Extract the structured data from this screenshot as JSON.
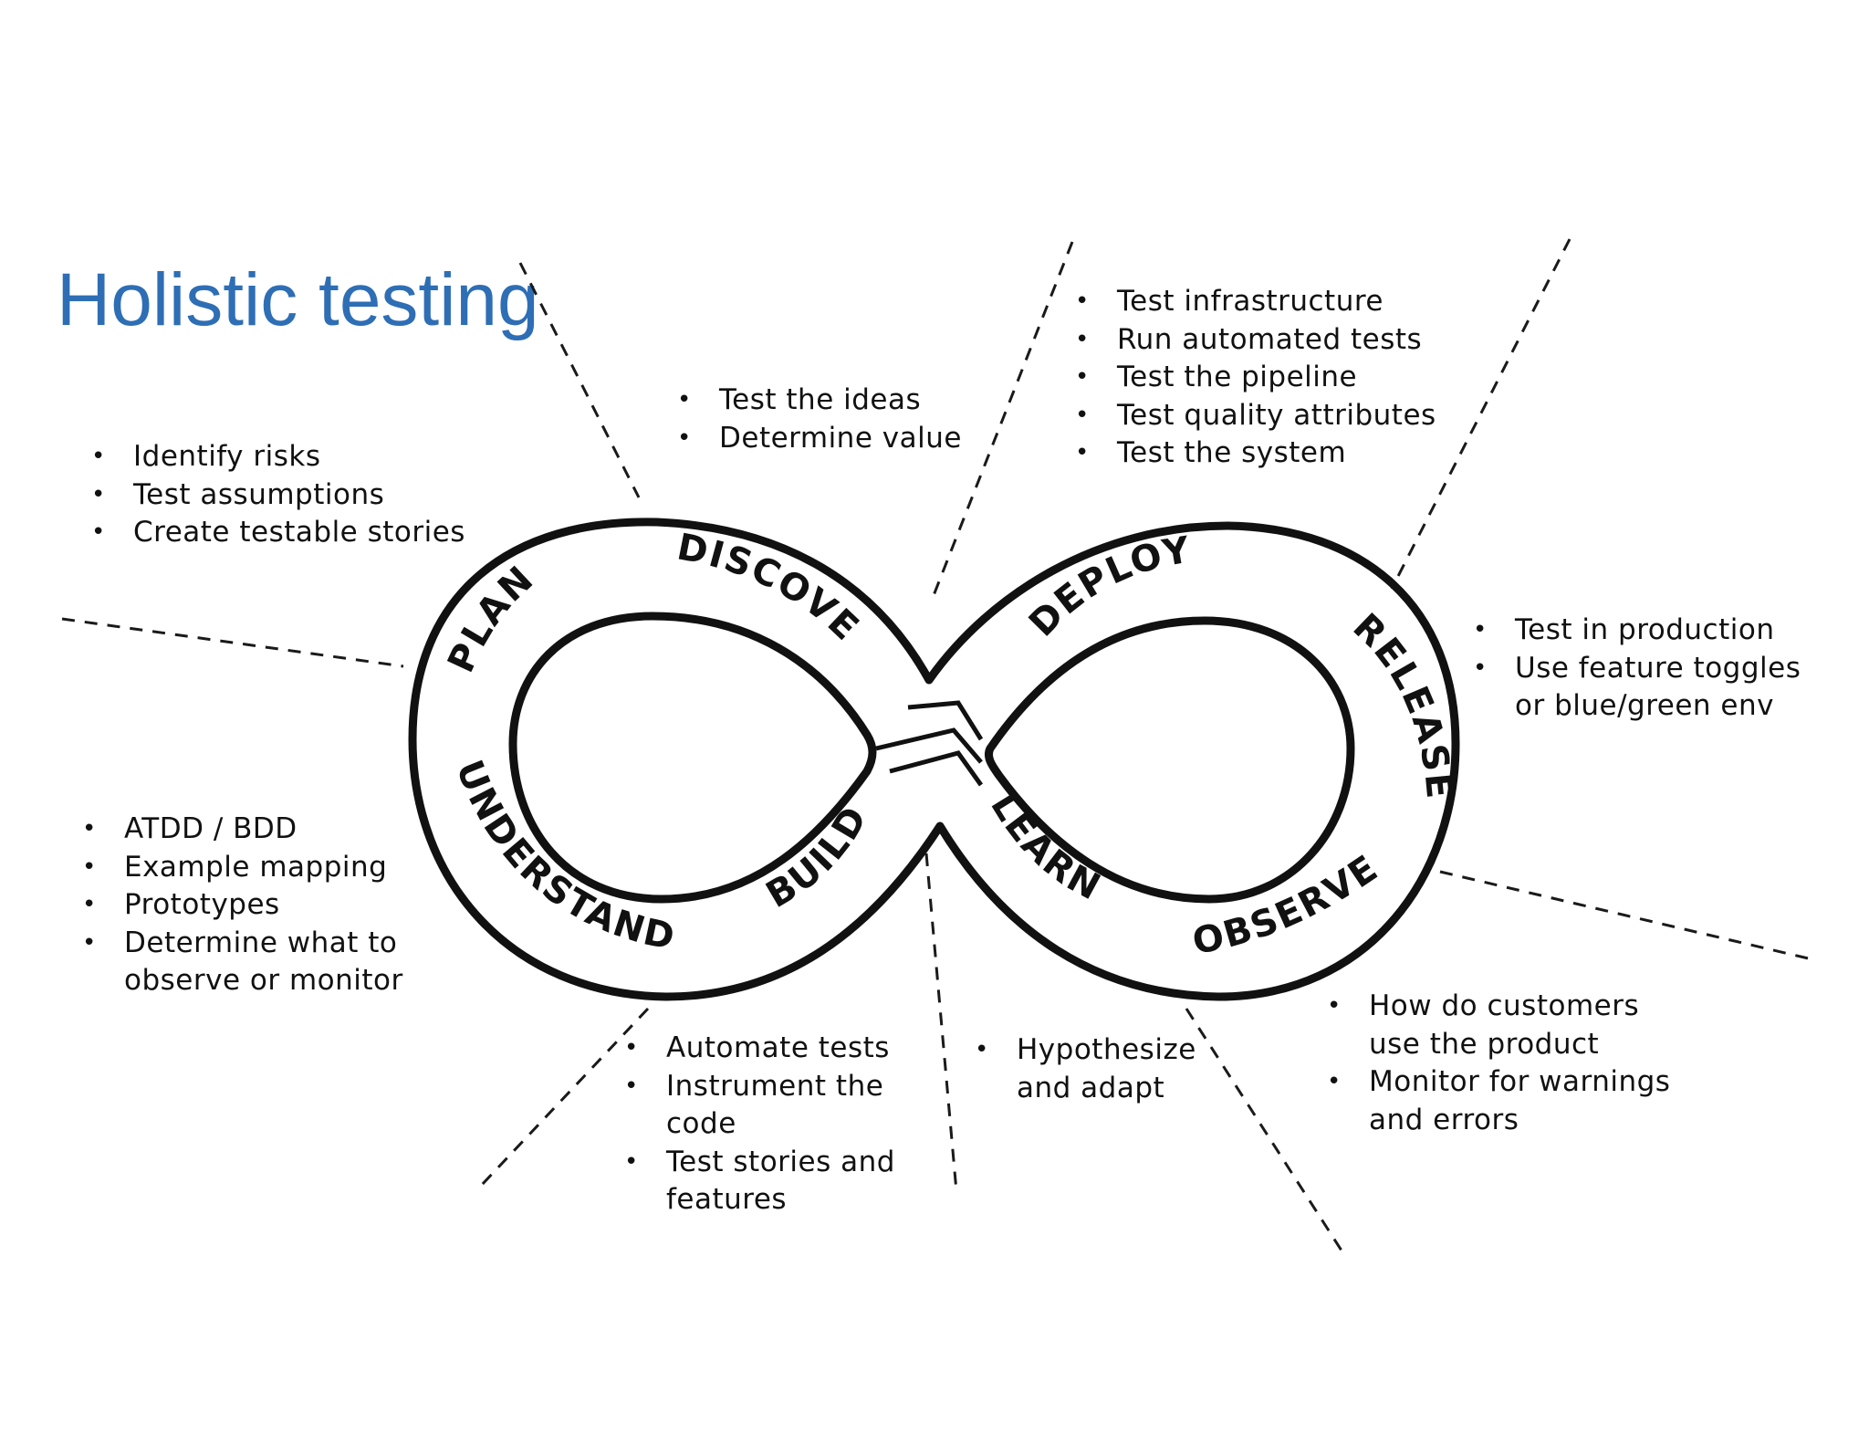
{
  "title": "Holistic testing",
  "stages": {
    "plan": "PLAN",
    "discover": "DISCOVER",
    "deploy": "DEPLOY",
    "release": "RELEASE",
    "observe": "OBSERVE",
    "learn": "LEARN",
    "build": "BUILD",
    "understand": "UNDERSTAND"
  },
  "notes": {
    "plan": [
      "Identify risks",
      "Test assumptions",
      "Create testable stories"
    ],
    "discover": [
      "Test the ideas",
      "Determine value"
    ],
    "deploy": [
      "Test infrastructure",
      "Run automated tests",
      "Test the pipeline",
      "Test quality attributes",
      "Test the system"
    ],
    "release": [
      "Test in production",
      "Use feature toggles",
      "or blue/green env"
    ],
    "observe": [
      "How do customers",
      "use the product",
      "Monitor for warnings",
      "and errors"
    ],
    "learn": [
      "Hypothesize",
      "and adapt"
    ],
    "build": [
      "Automate tests",
      "Instrument the",
      "code",
      "Test stories and",
      "features"
    ],
    "understand": [
      "ATDD / BDD",
      "Example mapping",
      "Prototypes",
      "Determine what to",
      "observe or monitor"
    ]
  }
}
